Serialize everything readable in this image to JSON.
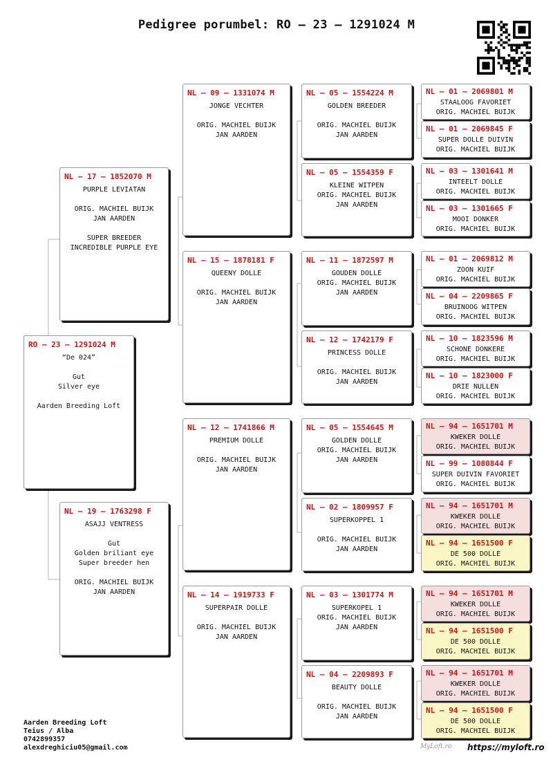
{
  "title": "Pedigree porumbel: RO – 23 – 1291024 M",
  "footer": {
    "name": "Aarden Breeding Loft",
    "location": "Teius / Alba",
    "phone": "0742899357",
    "email": "alexdreghiciu05@gmail.com"
  },
  "website": "https://myloft.ro",
  "logo_text": "MyLoft.ro",
  "birds": {
    "subject": {
      "id": "RO – 23 – 1291024 M",
      "lines": [
        "“De 024”",
        "",
        "Gut",
        "Silver eye",
        "",
        "Aarden Breeding Loft"
      ]
    },
    "sire": {
      "id": "NL – 17 – 1852070 M",
      "lines": [
        "PURPLE LEVIATAN",
        "",
        "ORIG. MACHIEL BUIJK",
        "JAN AARDEN",
        "",
        "SUPER BREEDER",
        "INCREDIBLE PURPLE EYE"
      ]
    },
    "dam": {
      "id": "NL – 19 – 1763298 F",
      "lines": [
        "ASAJJ VENTRESS",
        "",
        "Gut",
        "Golden briliant eye",
        "Super breeder hen",
        "",
        "ORIG. MACHIEL BUIJK",
        "JAN AARDEN"
      ]
    },
    "ss": {
      "id": "NL – 09 – 1331074 M",
      "lines": [
        "JONGE VECHTER",
        "",
        "ORIG. MACHIEL BUIJK",
        "JAN AARDEN"
      ]
    },
    "sd": {
      "id": "NL – 15 – 1878181 F",
      "lines": [
        "QUEENY DOLLE",
        "",
        "ORIG. MACHIEL BUIJK",
        "JAN AARDEN"
      ]
    },
    "ds": {
      "id": "NL – 12 – 1741866 M",
      "lines": [
        "PREMIUM DOLLE",
        "",
        "ORIG. MACHIEL BUIJK",
        "JAN AARDEN"
      ]
    },
    "dd": {
      "id": "NL – 14 – 1919733 F",
      "lines": [
        "SUPERPAIR DOLLE",
        "",
        "ORIG. MACHIEL BUIJK",
        "JAN AARDEN"
      ]
    },
    "sss": {
      "id": "NL – 05 – 1554224 M",
      "lines": [
        "GOLDEN BREEDER",
        "",
        "ORIG. MACHIEL BUIJK",
        "JAN AARDEN"
      ]
    },
    "ssd": {
      "id": "NL – 05 – 1554359 F",
      "lines": [
        "KLEINE WITPEN",
        "ORIG. MACHIEL BUIJK",
        "JAN AARDEN"
      ]
    },
    "sds": {
      "id": "NL – 11 – 1872597 M",
      "lines": [
        "GOUDEN DOLLE",
        "ORIG. MACHIEL BUIJK",
        "JAN AARDEN"
      ]
    },
    "sdd": {
      "id": "NL – 12 – 1742179 F",
      "lines": [
        "PRINCESS DOLLE",
        "",
        "ORIG. MACHIEL BUIJK",
        "JAN AARDEN"
      ]
    },
    "dss": {
      "id": "NL – 05 – 1554645 M",
      "lines": [
        "GOLDEN DOLLE",
        "ORIG. MACHIEL BUIJK",
        "JAN AARDEN"
      ]
    },
    "dsd": {
      "id": "NL – 02 – 1809957 F",
      "lines": [
        "SUPERKOPPEL 1",
        "",
        "ORIG. MACHIEL BUIJK",
        "JAN AARDEN"
      ]
    },
    "dds": {
      "id": "NL – 03 – 1301774 M",
      "lines": [
        "SUPERKOPEL 1",
        "ORIG. MACHIEL BUIJK",
        "JAN AARDEN"
      ]
    },
    "ddd": {
      "id": "NL – 04 – 2209893 F",
      "lines": [
        "BEAUTY DOLLE",
        "",
        "ORIG. MACHIEL BUIJK",
        "JAN AARDEN"
      ]
    },
    "g1": {
      "id": "NL – 01 – 2069801 M",
      "lines": [
        "STAALOOG FAVORIET",
        "ORIG. MACHIEL BUIJK"
      ]
    },
    "g2": {
      "id": "NL – 01 – 2069845 F",
      "lines": [
        "SUPER DOLLE DUIVIN",
        "ORIG. MACHIEL BUIJK"
      ]
    },
    "g3": {
      "id": "NL – 03 – 1301641 M",
      "lines": [
        "INTEELT DOLLE",
        "ORIG. MACHIEL BUIJK"
      ]
    },
    "g4": {
      "id": "NL – 03 – 1301665 F",
      "lines": [
        "MOOI DONKER",
        "ORIG. MACHIEL BUIJK"
      ]
    },
    "g5": {
      "id": "NL – 01 – 2069812 M",
      "lines": [
        "ZOON KUIF",
        "ORIG. MACHIEL BUIJK"
      ]
    },
    "g6": {
      "id": "NL – 04 – 2209865 F",
      "lines": [
        "BRUINOOG WITPEN",
        "ORIG. MACHIEL BUIJK"
      ]
    },
    "g7": {
      "id": "NL – 10 – 1823596 M",
      "lines": [
        "SCHONE DONKERE",
        "ORIG. MACHIEL BUIJK"
      ]
    },
    "g8": {
      "id": "NL – 10 – 1823000 F",
      "lines": [
        "DRIE NULLEN",
        "ORIG. MACHIEL BUIJK"
      ]
    },
    "g9": {
      "id": "NL – 94 – 1651701 M",
      "lines": [
        "KWEKER DOLLE",
        "ORIG. MACHIEL BUIJK"
      ]
    },
    "g10": {
      "id": "NL – 99 – 1080844 F",
      "lines": [
        "SUPER DUIVIN FAVORIET",
        "ORIG. MACHIEL BUIJK"
      ]
    },
    "g11": {
      "id": "NL – 94 – 1651701 M",
      "lines": [
        "KWEKER DOLLE",
        "ORIG. MACHIEL BUIJK"
      ]
    },
    "g12": {
      "id": "NL – 94 – 1651500 F",
      "lines": [
        "DE 500 DOLLE",
        "ORIG. MACHIEL BUIJK"
      ]
    },
    "g13": {
      "id": "NL – 94 – 1651701 M",
      "lines": [
        "KWEKER DOLLE",
        "ORIG. MACHIEL BUIJK"
      ]
    },
    "g14": {
      "id": "NL – 94 – 1651500 F",
      "lines": [
        "DE 500 DOLLE",
        "ORIG. MACHIEL BUIJK"
      ]
    },
    "g15": {
      "id": "NL – 94 – 1651701 M",
      "lines": [
        "KWEKER DOLLE",
        "ORIG. MACHIEL BUIJK"
      ]
    },
    "g16": {
      "id": "NL – 94 – 1651500 F",
      "lines": [
        "DE 500 DOLLE",
        "ORIG. MACHIEL BUIJK"
      ]
    }
  }
}
